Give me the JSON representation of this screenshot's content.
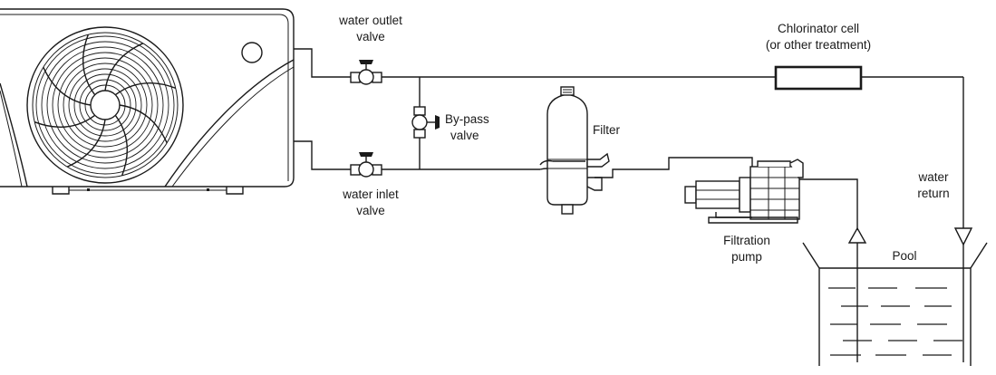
{
  "labels": {
    "outlet_valve": [
      "water outlet",
      "valve"
    ],
    "inlet_valve": [
      "water inlet",
      "valve"
    ],
    "bypass_valve": [
      "By-pass",
      "valve"
    ],
    "chlorinator": [
      "Chlorinator cell",
      "(or other treatment)"
    ],
    "filter": "Filter",
    "pump": [
      "Filtration",
      "pump"
    ],
    "water_return": [
      "water",
      "return"
    ],
    "pool": "Pool"
  },
  "colors": {
    "line": "#1a1a1a",
    "background": "#ffffff"
  }
}
